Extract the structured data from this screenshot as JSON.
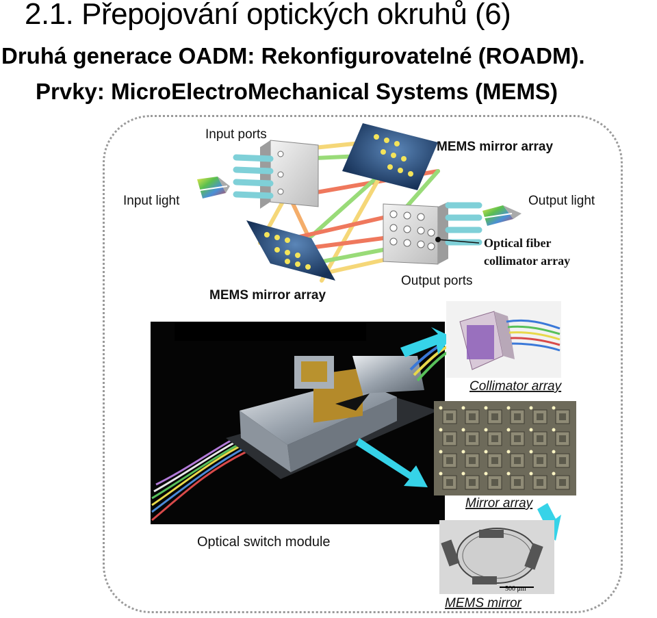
{
  "slide": {
    "title": "2.1. Přepojování optických okruhů (6)",
    "subtitle_1": "Druhá generace OADM: Rekonfigurovatelné (ROADM).",
    "subtitle_2": "Prvky: MicroElectroMechanical Systems (MEMS)"
  },
  "diagram": {
    "input_ports": "Input ports",
    "mems_array_top": "MEMS mirror array",
    "input_light": "Input light",
    "output_light": "Output light",
    "fiber_line_1": "Optical fiber",
    "fiber_line_2": "collimator array",
    "output_ports": "Output ports",
    "mems_array_bottom": "MEMS mirror array"
  },
  "photos": {
    "collimator_array": "Collimator array",
    "mirror_array": "Mirror array",
    "module": "Optical switch module",
    "mems_mirror": "MEMS mirror",
    "scale_bar": "500 μm"
  },
  "colors": {
    "beam_yellow": "#f5d36a",
    "beam_green": "#8fd86a",
    "beam_red": "#ee6a4c",
    "beam_orange": "#f3a55a",
    "mirror_blue": "#1f3f6e",
    "arrow_cyan": "#36d3e8"
  }
}
